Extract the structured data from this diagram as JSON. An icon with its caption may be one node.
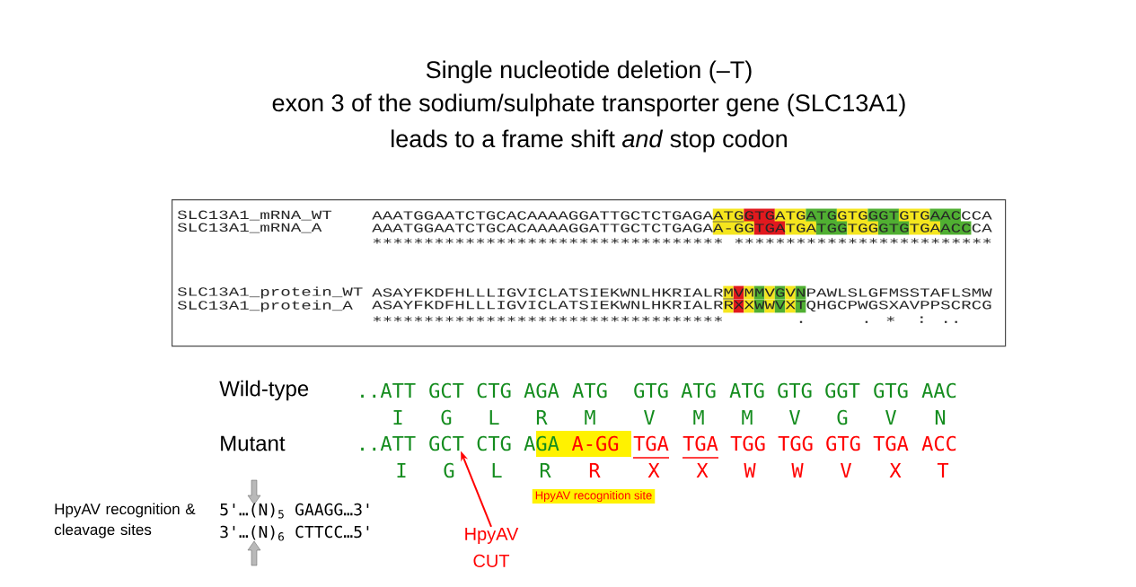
{
  "diagram": {
    "title": "Single nucleotide deletion (–T)",
    "nodes": [
      {
        "text": [
          "SLC13A1_mRNA_WT",
          "AAATGGAATCTGCACAAAAGGATTGCTCTGAGAATGGTGATGATGGTGGGTGTGAACCCA",
          "SLC13A1_mRNA_A",
          "AAATGGAATCTGCACAAAAGGATTGCTCTGAGAA-GGTGATGATGGTGGGTGTGAACCCA",
          "∗∗∗∗∗∗∗∗∗∗∗∗∗∗∗∗∗∗∗∗∗∗∗∗∗∗∗∗∗∗∗∗∗∗ ∗∗∗∗∗∗∗∗∗∗∗∗∗∗∗∗∗∗∗∗∗∗∗∗∗",
          "SLC13A1_protein_WT",
          "ASAYFKDFHLLLIGVICLATSIEKWNLHKRIALRMVMMVGVNPAWLSLGFMSSTAFLSMW",
          "SLC13A1_protein_A",
          "ASAYFKDFHLLLIGVICLATSIEKWNLHKRIALRRXXWWVXTQHGCPWGSXAVPPSCRCG",
          "∗∗∗∗∗∗∗∗∗∗∗∗∗∗∗∗∗∗∗∗∗∗∗∗∗∗∗∗∗∗∗∗∗∗       .    . ∗  : .."
        ]
      },
      {
        "text": [
          "HpyAV recognition site"
        ]
      },
      {
        "text": [
          "HpyAV CUT"
        ]
      },
      {
        "text": [
          "GCT"
        ]
      }
    ],
    "edges": [
      {
        "from": 2,
        "to": 3,
        "arrow": "to"
      }
    ],
    "labels": [
      "exon 3 of the sodium/sulphate transporter gene (SLC13A1)",
      "leads to a frame shift *and* stop codon",
      "Wild-type",
      "..ATT",
      "GCT",
      "CTG",
      "AGA",
      "ATG",
      "GTG",
      "ATG",
      "ATG",
      "GTG",
      "GGT",
      "GTG",
      "AAC",
      "I",
      "G",
      "L",
      "R",
      "M",
      "V",
      "M",
      "M",
      "V",
      "G",
      "V",
      "N",
      "Mutant",
      "..ATT",
      "CTG",
      "AGA",
      "A-GG",
      "TGA",
      "TGA",
      "TGG",
      "TGG",
      "GTG",
      "TGA",
      "ACC",
      "I",
      "G",
      "L",
      "R",
      "R",
      "X",
      "X",
      "W",
      "W",
      "V",
      "X",
      "T",
      "HpyAV recognition & cleavage sites",
      "5'…(N)$_{5}$ GAAGG…3'",
      "3'…(N)$_{6}$ CTTCC…5'"
    ]
  }
}
